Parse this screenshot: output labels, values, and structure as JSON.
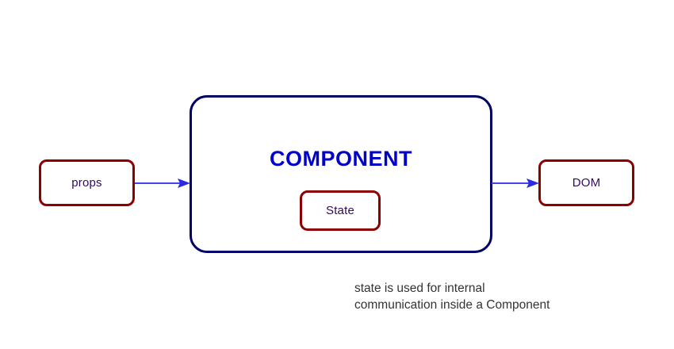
{
  "diagram": {
    "title": "React component data flow diagram",
    "nodes": {
      "props": {
        "label": "props",
        "border_color": "#8b0000",
        "text_color": "#320a5e"
      },
      "component": {
        "label": "COMPONENT",
        "border_color": "#000066",
        "text_color": "#0000cc"
      },
      "state": {
        "label": "State",
        "border_color": "#8b0000",
        "text_color": "#320a5e"
      },
      "dom": {
        "label": "DOM",
        "border_color": "#8b0000",
        "text_color": "#320a5e"
      }
    },
    "arrows": [
      {
        "name": "props-to-component",
        "from": "props",
        "to": "component",
        "color": "#4444ee"
      },
      {
        "name": "component-to-dom",
        "from": "component",
        "to": "dom",
        "color": "#4444ee"
      }
    ],
    "caption": "state is used for internal\ncommunication inside a Component",
    "caption_color": "#333333",
    "background": "#ffffff"
  }
}
